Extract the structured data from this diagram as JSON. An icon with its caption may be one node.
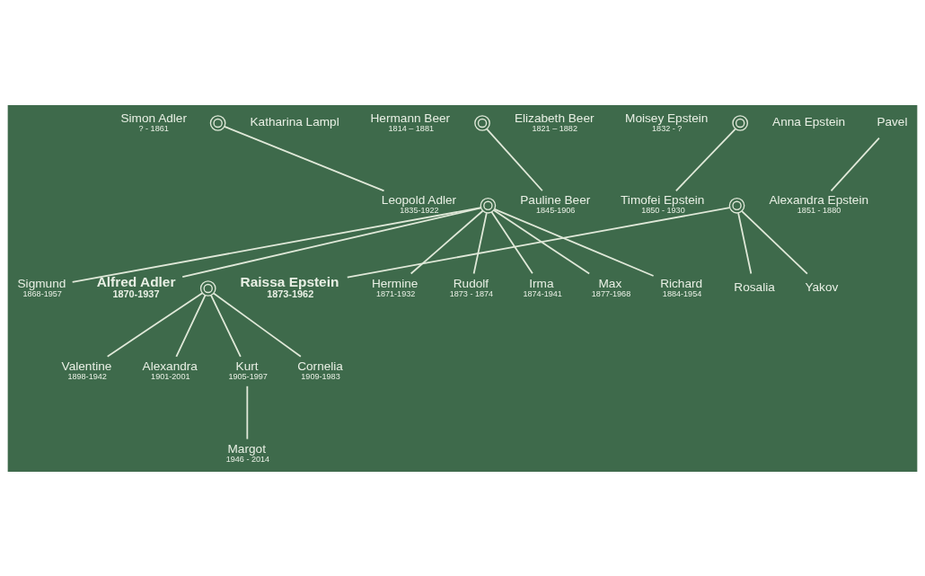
{
  "diagram": {
    "nodes": [
      {
        "text": [
          "Simon Adler",
          "? - 1861"
        ]
      },
      {
        "text": [],
        "shape": "circle"
      },
      {
        "text": [
          "Katharina Lampl"
        ]
      },
      {
        "text": [
          "Hermann Beer",
          "1814 – 1881"
        ]
      },
      {
        "text": [],
        "shape": "circle"
      },
      {
        "text": [
          "Elizabeth Beer",
          "1821 – 1882"
        ]
      },
      {
        "text": [
          "Moisey Epstein",
          "1832 - ?"
        ]
      },
      {
        "text": [],
        "shape": "circle"
      },
      {
        "text": [
          "Anna Epstein"
        ]
      },
      {
        "text": [
          "Pavel"
        ]
      },
      {
        "text": [
          "Leopold Adler",
          "1835-1922"
        ]
      },
      {
        "text": [],
        "shape": "circle"
      },
      {
        "text": [
          "Pauline Beer",
          "1845-1906"
        ]
      },
      {
        "text": [
          "Timofei Epstein",
          "1850 - 1930"
        ]
      },
      {
        "text": [],
        "shape": "circle"
      },
      {
        "text": [
          "Alexandra Epstein",
          "1851 - 1880"
        ]
      },
      {
        "text": [
          "Sigmund",
          "1868-1957"
        ]
      },
      {
        "text": [
          "Hermine",
          "1871-1932"
        ]
      },
      {
        "text": [
          "Rudolf",
          "1873 - 1874"
        ]
      },
      {
        "text": [
          "Irma",
          "1874-1941"
        ]
      },
      {
        "text": [
          "Max",
          "1877-1968"
        ]
      },
      {
        "text": [
          "Richard",
          "1884-1954"
        ]
      },
      {
        "text": [
          "Rosalia"
        ]
      },
      {
        "text": [
          "Yakov"
        ]
      },
      {
        "text": [
          "Alfred Adler",
          "1870-1937"
        ]
      },
      {
        "text": [],
        "shape": "circle"
      },
      {
        "text": [
          "Raissa Epstein",
          "1873-1962"
        ]
      },
      {
        "text": [
          "Valentine",
          "1898-1942"
        ]
      },
      {
        "text": [
          "Alexandra",
          "1901-2001"
        ]
      },
      {
        "text": [
          "Kurt",
          "1905-1997"
        ]
      },
      {
        "text": [
          "Cornelia",
          "1909-1983"
        ]
      },
      {
        "text": [
          "Margot",
          "1946 - 2014"
        ]
      }
    ],
    "edges": [
      {
        "from": 1,
        "to": 10,
        "arrow": "none"
      },
      {
        "from": 4,
        "to": 12,
        "arrow": "none"
      },
      {
        "from": 7,
        "to": 13,
        "arrow": "none"
      },
      {
        "from": 9,
        "to": 15,
        "arrow": "none"
      },
      {
        "from": 11,
        "to": 16,
        "arrow": "none"
      },
      {
        "from": 11,
        "to": 24,
        "arrow": "none"
      },
      {
        "from": 11,
        "to": 17,
        "arrow": "none"
      },
      {
        "from": 11,
        "to": 18,
        "arrow": "none"
      },
      {
        "from": 11,
        "to": 19,
        "arrow": "none"
      },
      {
        "from": 11,
        "to": 20,
        "arrow": "none"
      },
      {
        "from": 11,
        "to": 21,
        "arrow": "none"
      },
      {
        "from": 14,
        "to": 22,
        "arrow": "none"
      },
      {
        "from": 14,
        "to": 23,
        "arrow": "none"
      },
      {
        "from": 14,
        "to": 26,
        "arrow": "none"
      },
      {
        "from": 25,
        "to": 27,
        "arrow": "none"
      },
      {
        "from": 25,
        "to": 28,
        "arrow": "none"
      },
      {
        "from": 25,
        "to": 29,
        "arrow": "none"
      },
      {
        "from": 25,
        "to": 30,
        "arrow": "none"
      },
      {
        "from": 29,
        "to": 31,
        "arrow": "none"
      }
    ]
  }
}
